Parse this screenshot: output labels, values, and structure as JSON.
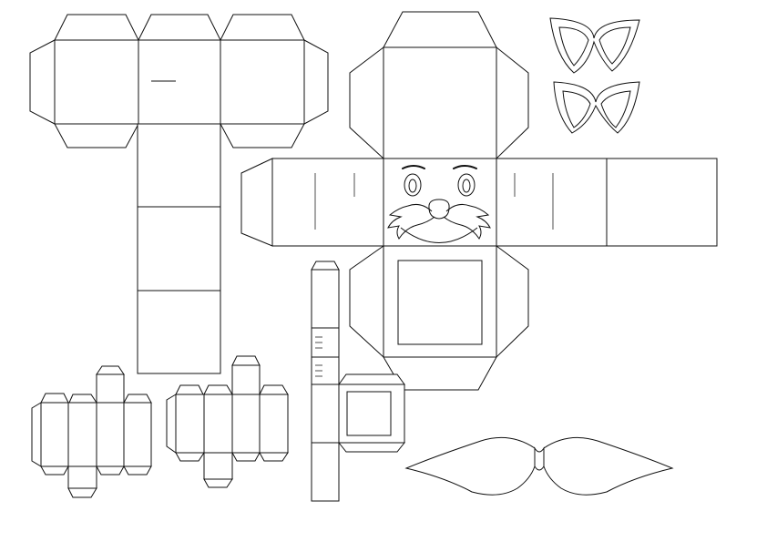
{
  "sheet": {
    "background": "#ffffff",
    "line_color": "#111111",
    "parts": [
      "body-cube-net",
      "head-cube-net",
      "left-ear-piece",
      "right-ear-piece",
      "small-box-net-left",
      "small-box-net-right",
      "arm-strip-net",
      "mustache-piece"
    ]
  }
}
